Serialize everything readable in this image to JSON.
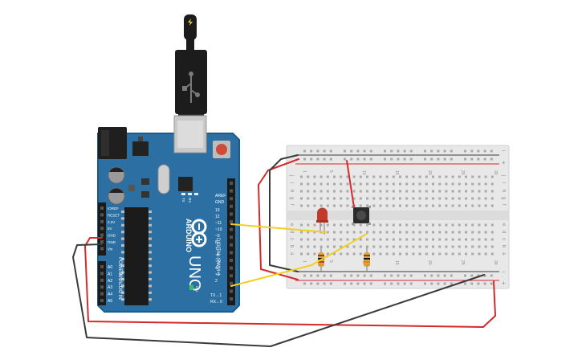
{
  "board": {
    "logo": "ARDUINO",
    "model": "UNO",
    "digital_header": "DIGITAL (PWM~)",
    "analog_header": "ANALOG IN",
    "power_header": "POWER",
    "on_label": "ON",
    "tx_label": "TX",
    "rx_label": "RX",
    "tx_pin": "TX→1",
    "rx_pin": "RX←0",
    "aref": "AREF",
    "gnd": "GND",
    "digital_pins": [
      "13",
      "12",
      "~11",
      "~10",
      "~9",
      "8",
      "7",
      "~6",
      "~5",
      "4",
      "~3",
      "2"
    ],
    "power_pins": [
      "IOREF",
      "RESET",
      "3.3V",
      "5V",
      "GND",
      "GND",
      "Vin"
    ],
    "analog_pins": [
      "A0",
      "A1",
      "A2",
      "A3",
      "A4",
      "A5"
    ],
    "colors": {
      "pcb": "#2b6fa3",
      "pcb_edge": "#1e5a88"
    }
  },
  "breadboard": {
    "column_numbers": [
      "1",
      "5",
      "10",
      "15",
      "20",
      "25",
      "30"
    ],
    "row_letters_top": [
      "j",
      "i",
      "h",
      "g",
      "f"
    ],
    "row_letters_bottom": [
      "e",
      "d",
      "c",
      "b",
      "a"
    ],
    "rail_minus": "−",
    "rail_plus": "+"
  },
  "components": {
    "led_color": "#c0392b",
    "resistor_color": "#d9a441"
  },
  "wires": {
    "red": "#d42a2a",
    "black": "#3a3a3a",
    "yellow": "#f0d020"
  },
  "usb": {
    "icon": "usb-icon",
    "accent": "#f4d03f"
  }
}
